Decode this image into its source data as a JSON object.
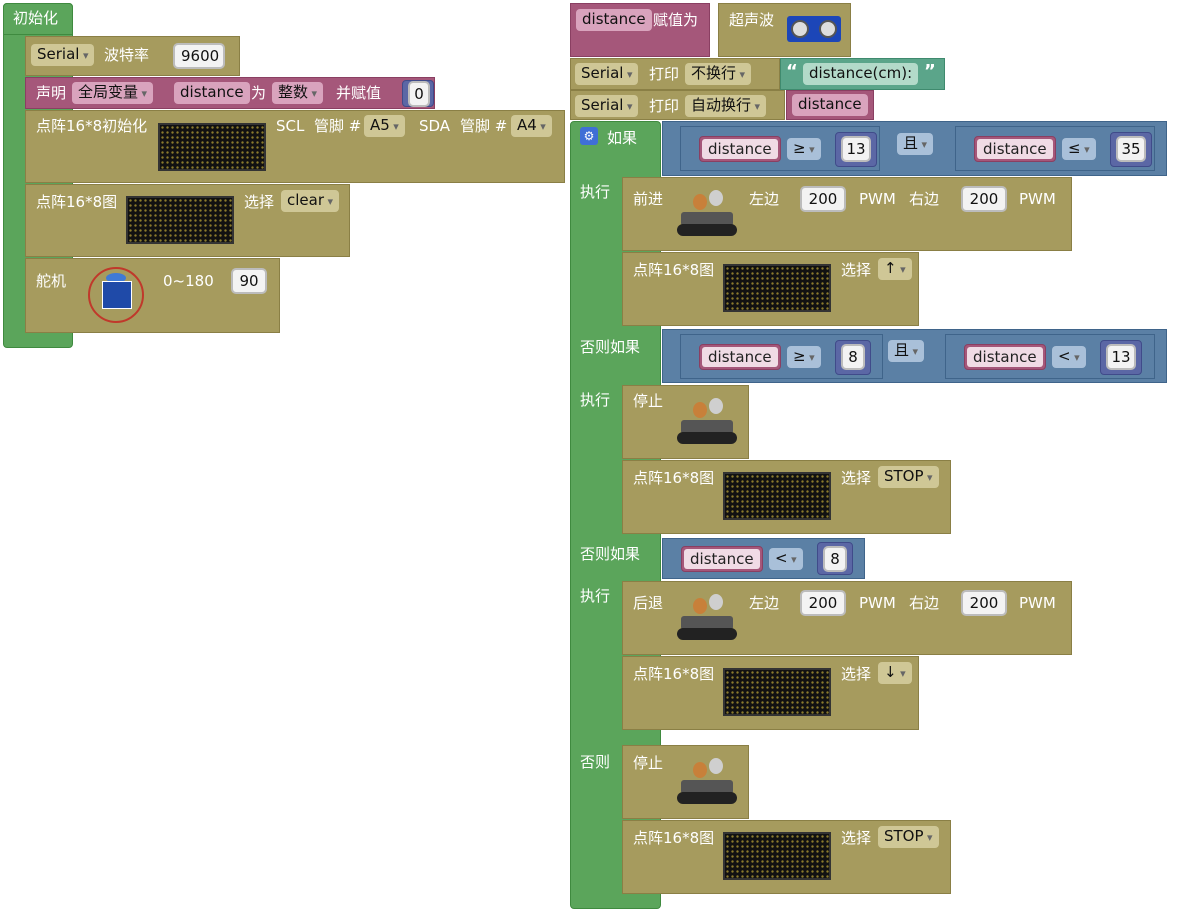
{
  "setup": {
    "title": "初始化",
    "serial": {
      "port": "Serial",
      "label": "波特率",
      "baud": "9600"
    },
    "declare": {
      "label": "声明",
      "scope": "全局变量",
      "var": "distance",
      "as": "为",
      "type": "整数",
      "assign": "并赋值",
      "value": "0"
    },
    "matrix_init": {
      "label": "点阵16*8初始化",
      "scl": "SCL",
      "pin_label": "管脚 #",
      "scl_pin": "A5",
      "sda": "SDA",
      "sda_pin": "A4"
    },
    "matrix_draw": {
      "label": "点阵16*8图",
      "select": "选择",
      "value": "clear"
    },
    "servo": {
      "label": "舵机",
      "range": "0~180",
      "value": "90"
    }
  },
  "loop": {
    "assign": {
      "var": "distance",
      "label": "赋值为",
      "sensor": "超声波"
    },
    "print1": {
      "port": "Serial",
      "label": "打印",
      "mode": "不换行",
      "text": "distance(cm):"
    },
    "print2": {
      "port": "Serial",
      "label": "打印",
      "mode": "自动换行",
      "var": "distance"
    },
    "if": {
      "label": "如果",
      "do": "执行",
      "left": {
        "var": "distance",
        "op": "≥",
        "val": "13"
      },
      "logic": "且",
      "right": {
        "var": "distance",
        "op": "≤",
        "val": "35"
      },
      "move": {
        "label": "前进",
        "left": "左边",
        "left_val": "200",
        "pwm": "PWM",
        "right": "右边",
        "right_val": "200",
        "pwm2": "PWM"
      },
      "matrix": {
        "label": "点阵16*8图",
        "select": "选择",
        "value": "↑"
      }
    },
    "elif1": {
      "label": "否则如果",
      "do": "执行",
      "left": {
        "var": "distance",
        "op": "≥",
        "val": "8"
      },
      "logic": "且",
      "right": {
        "var": "distance",
        "op": "<",
        "val": "13"
      },
      "move": {
        "label": "停止"
      },
      "matrix": {
        "label": "点阵16*8图",
        "select": "选择",
        "value": "STOP"
      }
    },
    "elif2": {
      "label": "否则如果",
      "do": "执行",
      "cond": {
        "var": "distance",
        "op": "<",
        "val": "8"
      },
      "move": {
        "label": "后退",
        "left": "左边",
        "left_val": "200",
        "pwm": "PWM",
        "right": "右边",
        "right_val": "200",
        "pwm2": "PWM"
      },
      "matrix": {
        "label": "点阵16*8图",
        "select": "选择",
        "value": "↓"
      }
    },
    "else": {
      "label": "否则",
      "move": {
        "label": "停止"
      },
      "matrix": {
        "label": "点阵16*8图",
        "select": "选择",
        "value": "STOP"
      }
    }
  },
  "colors": {
    "green": "#5ba55b",
    "olive": "#a69b5e",
    "pink": "#a5577a",
    "blue": "#5b80a5",
    "teal": "#5ba58a",
    "numblue": "#5b67a5"
  }
}
